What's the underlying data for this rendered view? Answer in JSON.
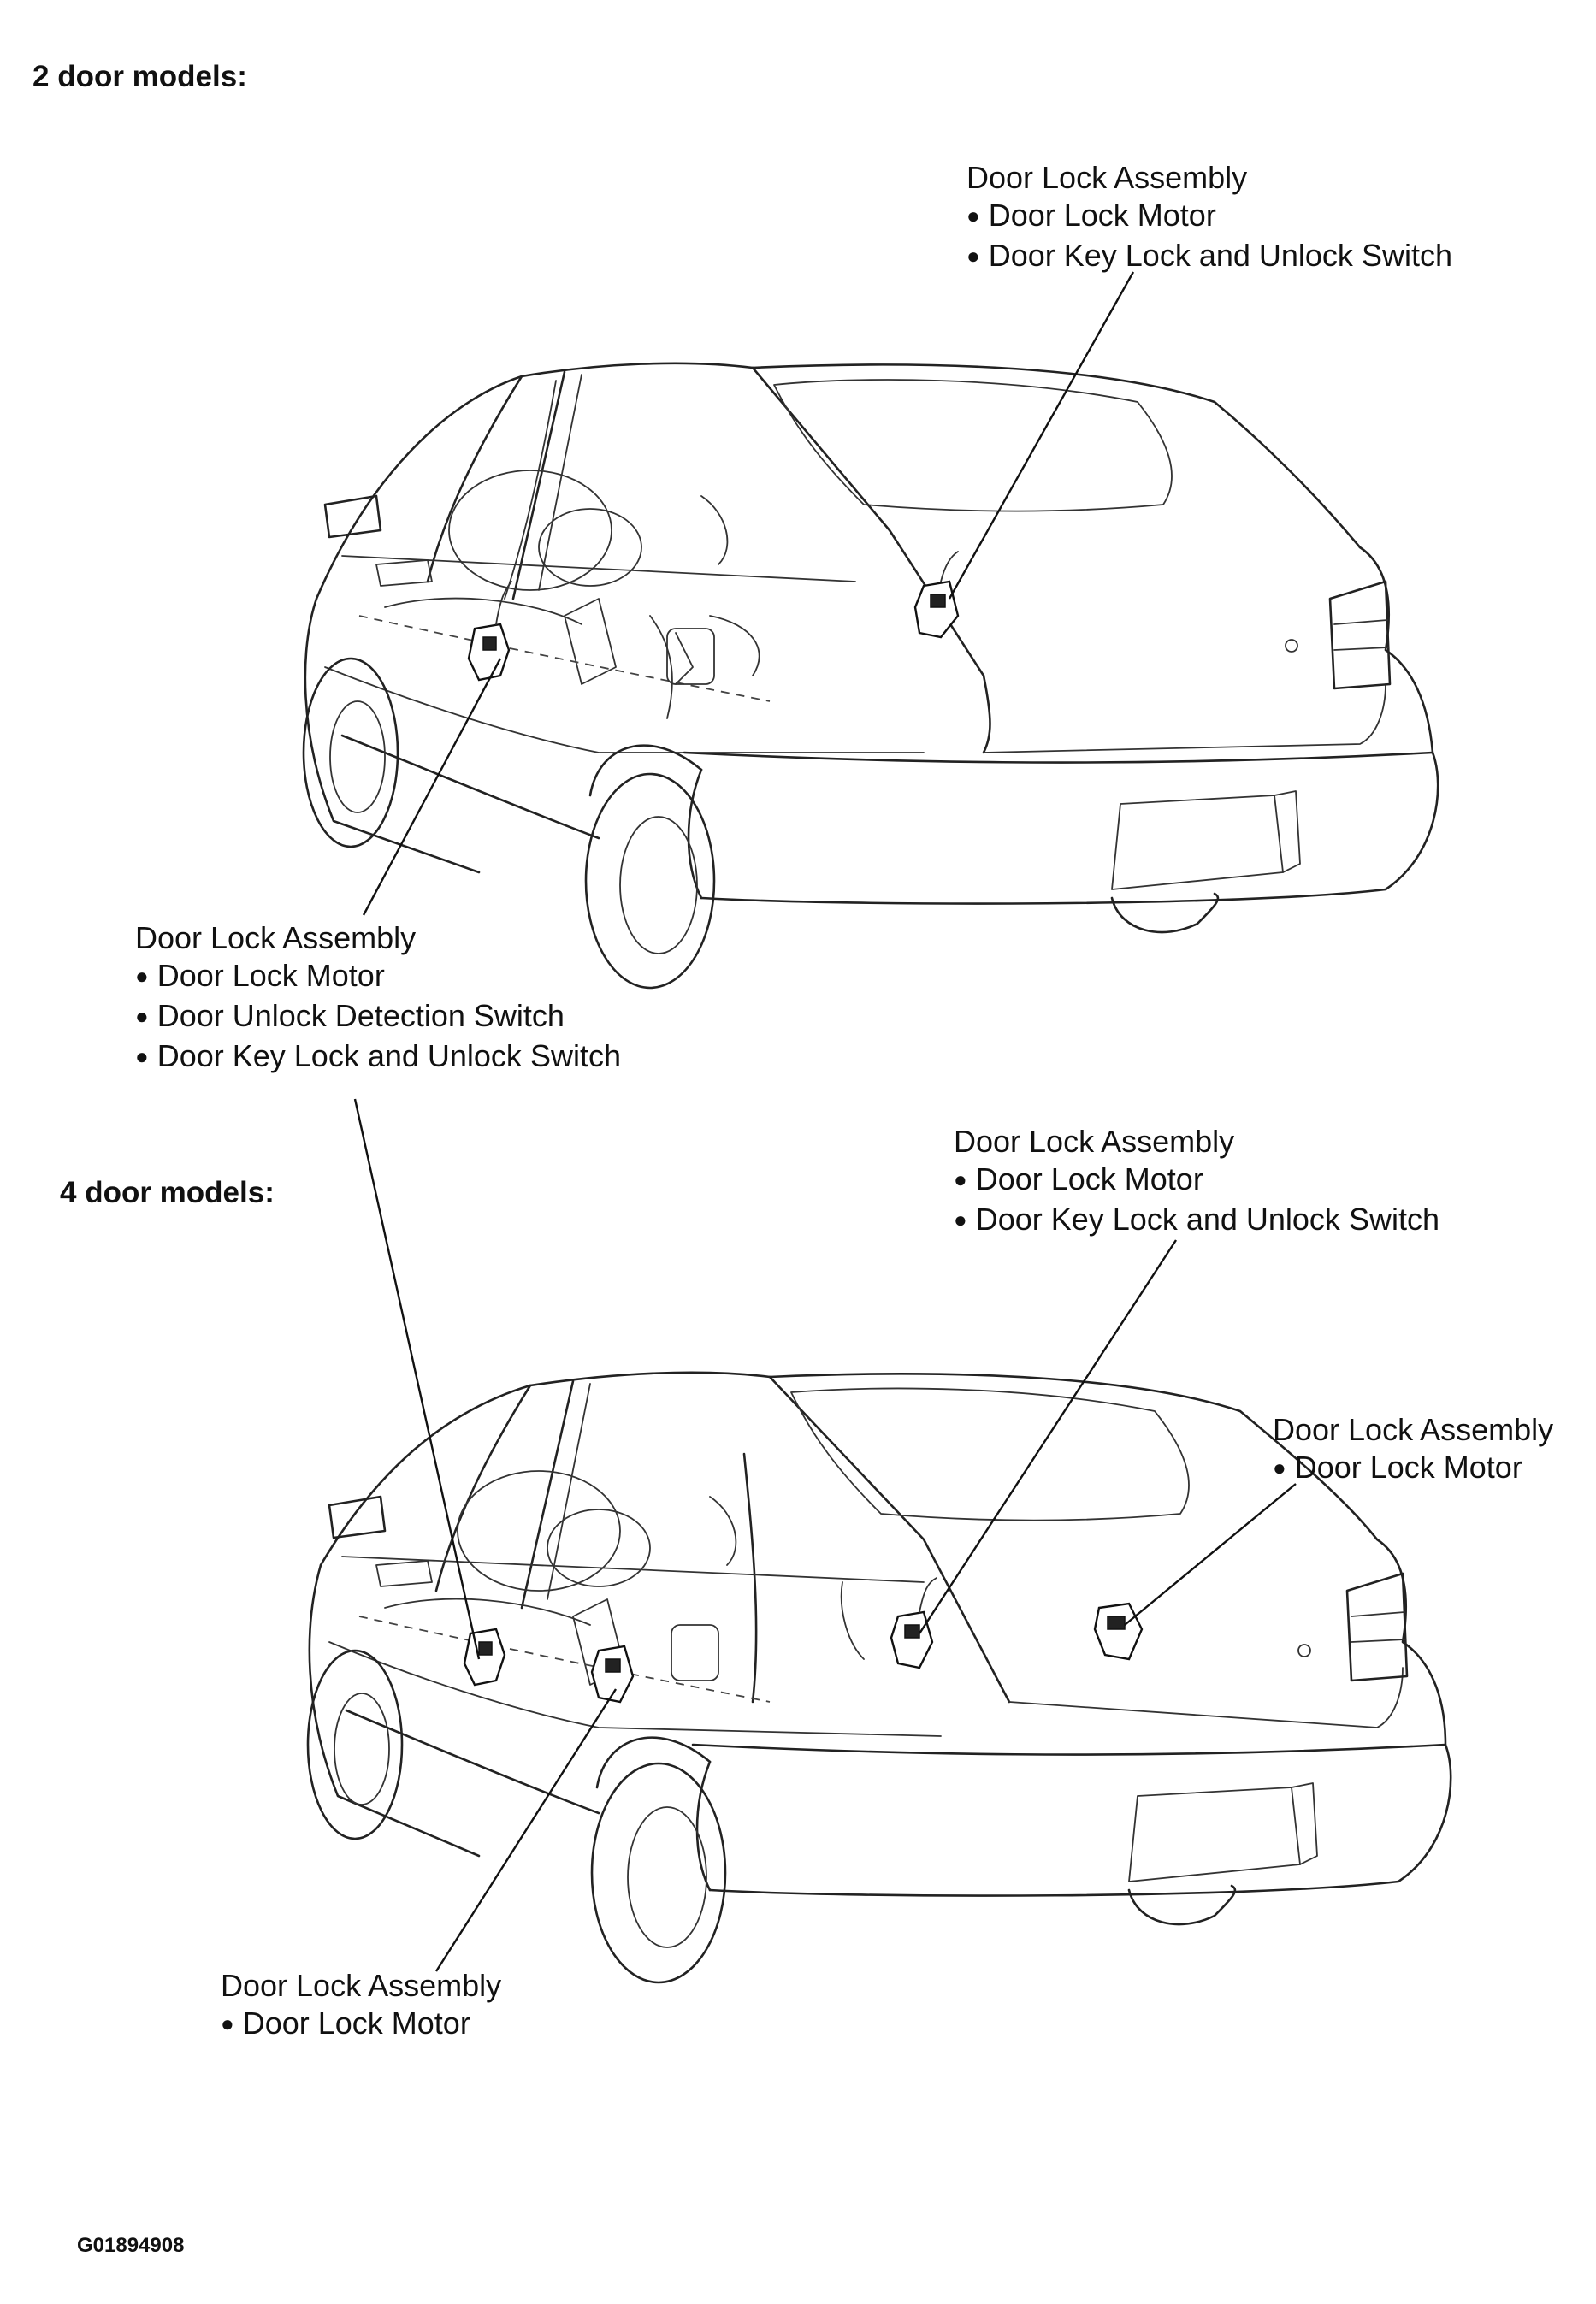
{
  "headings": {
    "two_door": "2 door models:",
    "four_door": "4 door models:"
  },
  "callouts": {
    "top_right": {
      "title": "Door Lock Assembly",
      "items": [
        "Door Lock Motor",
        "Door Key Lock and Unlock Switch"
      ]
    },
    "top_left": {
      "title": "Door Lock Assembly",
      "items": [
        "Door Lock Motor",
        "Door Unlock Detection Switch",
        "Door Key Lock and Unlock Switch"
      ]
    },
    "bottom_center": {
      "title": "Door Lock Assembly",
      "items": [
        "Door Lock Motor",
        "Door Key Lock and Unlock Switch"
      ]
    },
    "bottom_right": {
      "title": "Door Lock Assembly",
      "items": [
        "Door Lock Motor"
      ]
    },
    "bottom_left": {
      "title": "Door Lock Assembly",
      "items": [
        "Door Lock Motor"
      ]
    }
  },
  "figure_code": "G01894908"
}
